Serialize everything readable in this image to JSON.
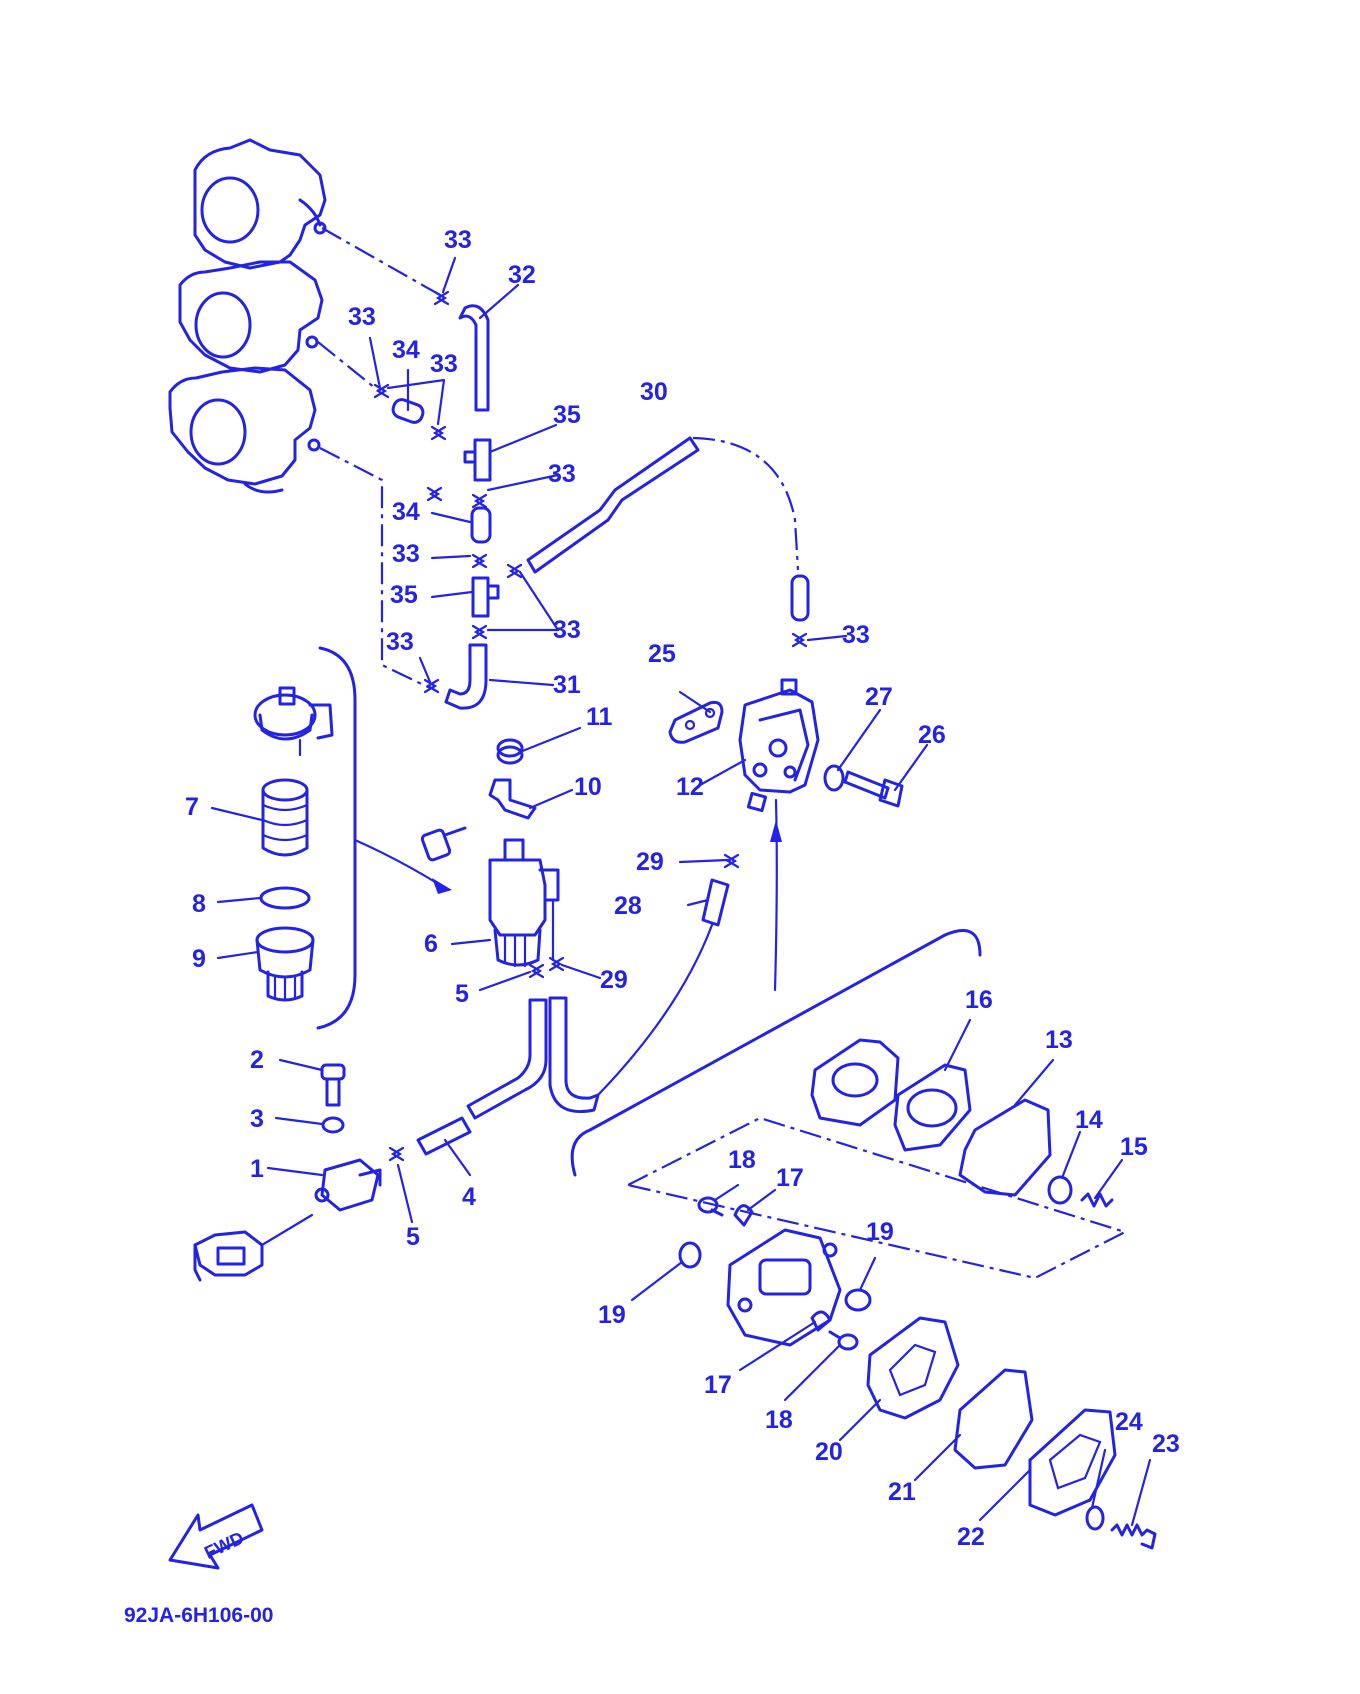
{
  "diagram": {
    "reference_code": "92JA-6H106-00",
    "forward_label": "FWD",
    "callouts": {
      "c1": "1",
      "c2": "2",
      "c3": "3",
      "c4": "4",
      "c5a": "5",
      "c5b": "5",
      "c6": "6",
      "c7": "7",
      "c8": "8",
      "c9": "9",
      "c10": "10",
      "c11": "11",
      "c12": "12",
      "c13": "13",
      "c14": "14",
      "c15": "15",
      "c16": "16",
      "c17a": "17",
      "c17b": "17",
      "c18a": "18",
      "c18b": "18",
      "c19a": "19",
      "c19b": "19",
      "c20": "20",
      "c21": "21",
      "c22": "22",
      "c23": "23",
      "c24": "24",
      "c25": "25",
      "c26": "26",
      "c27": "27",
      "c28": "28",
      "c29a": "29",
      "c29b": "29",
      "c30": "30",
      "c31": "31",
      "c32": "32",
      "c33a": "33",
      "c33b": "33",
      "c33c": "33",
      "c33d": "33",
      "c33e": "33",
      "c33f": "33",
      "c33g": "33",
      "c33h": "33",
      "c34a": "34",
      "c34b": "34",
      "c35a": "35",
      "c35b": "35"
    }
  }
}
